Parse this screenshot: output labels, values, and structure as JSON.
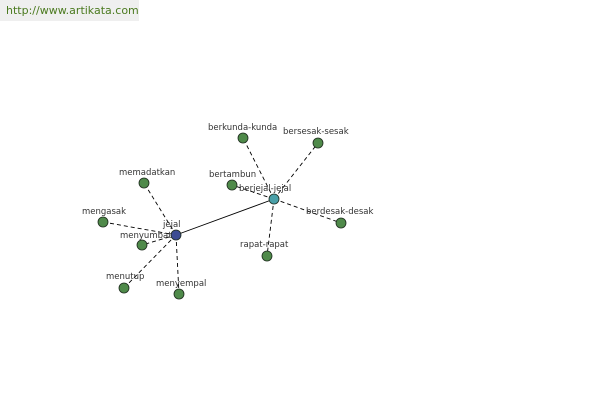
{
  "banner": {
    "url": "http://www.artikata.com"
  },
  "colors": {
    "leaf": "#4f8a4a",
    "center_primary": "#3c4c93",
    "center_secondary": "#4aa0a8",
    "edge": "#000000",
    "banner_text": "#4b7a1f",
    "banner_bg": "#efefef"
  },
  "graph": {
    "nodes": [
      {
        "id": "jejal",
        "label": "jejal",
        "kind": "center_primary"
      },
      {
        "id": "berjejal-jejal",
        "label": "berjejal-jejal",
        "kind": "center_secondary"
      },
      {
        "id": "memadatkan",
        "label": "memadatkan",
        "kind": "leaf"
      },
      {
        "id": "mengasak",
        "label": "mengasak",
        "kind": "leaf"
      },
      {
        "id": "menyumbat",
        "label": "menyumbat",
        "kind": "leaf"
      },
      {
        "id": "menutup",
        "label": "menutup",
        "kind": "leaf"
      },
      {
        "id": "menyempal",
        "label": "menyempal",
        "kind": "leaf"
      },
      {
        "id": "berkunda-kunda",
        "label": "berkunda-kunda",
        "kind": "leaf"
      },
      {
        "id": "bersesak-sesak",
        "label": "bersesak-sesak",
        "kind": "leaf"
      },
      {
        "id": "bertambun",
        "label": "bertambun",
        "kind": "leaf"
      },
      {
        "id": "berdesak-desak",
        "label": "berdesak-desak",
        "kind": "leaf"
      },
      {
        "id": "rapat-rapat",
        "label": "rapat-rapat",
        "kind": "leaf"
      }
    ],
    "edges": [
      {
        "from": "jejal",
        "to": "berjejal-jejal",
        "style": "solid"
      },
      {
        "from": "jejal",
        "to": "memadatkan",
        "style": "dashed"
      },
      {
        "from": "jejal",
        "to": "mengasak",
        "style": "dashed"
      },
      {
        "from": "jejal",
        "to": "menyumbat",
        "style": "dashed"
      },
      {
        "from": "jejal",
        "to": "menutup",
        "style": "dashed"
      },
      {
        "from": "jejal",
        "to": "menyempal",
        "style": "dashed"
      },
      {
        "from": "berjejal-jejal",
        "to": "berkunda-kunda",
        "style": "dashed"
      },
      {
        "from": "berjejal-jejal",
        "to": "bersesak-sesak",
        "style": "dashed"
      },
      {
        "from": "berjejal-jejal",
        "to": "bertambun",
        "style": "dashed"
      },
      {
        "from": "berjejal-jejal",
        "to": "berdesak-desak",
        "style": "dashed"
      },
      {
        "from": "berjejal-jejal",
        "to": "rapat-rapat",
        "style": "dashed"
      }
    ]
  }
}
